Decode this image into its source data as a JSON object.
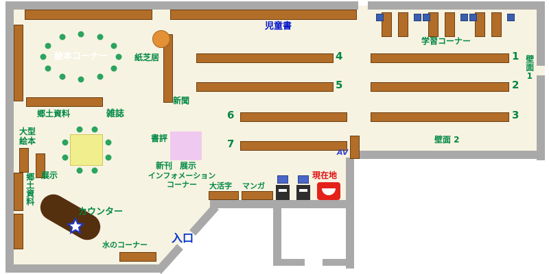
{
  "colors": {
    "floor": "#f7f3e2",
    "wall": "#a9a9a9",
    "shelf_brown": "#b26d28",
    "counter_brown": "#54300f",
    "table_yellow": "#f1ee8e",
    "seat_green": "#2aa45e",
    "chair_blue": "#3a5fb0",
    "display_pink": "#efc9ef",
    "kamishibai_orange": "#e29135",
    "label_green": "#008844",
    "label_blue": "#0011cc",
    "label_red": "#dd1111",
    "marker_red": "#e32219"
  },
  "areas": {
    "childrens_books": "児童書",
    "study_corner": "学習コーナー",
    "picture_book_corner": "絵本コーナー",
    "kamishibai": "紙芝居",
    "newspaper": "新聞",
    "local_materials_top": "郷土資料",
    "magazines": "雑誌",
    "large_picture_books": "大型絵本",
    "display_left": "展示",
    "book_review": "書評",
    "new_books": "新刊",
    "display_center": "展示",
    "information_line1": "インフォメーション",
    "information_line2": "コーナー",
    "local_materials_left": "郷土資料",
    "counter": "カウンター",
    "water_corner": "水のコーナー",
    "entrance": "入口",
    "large_print": "大活字",
    "manga": "マンガ",
    "current_location": "現在地",
    "wall_1": "壁面1",
    "wall_2": "壁面 2",
    "av": "AV"
  },
  "shelf_numbers": [
    "1",
    "2",
    "3",
    "4",
    "5",
    "6",
    "7"
  ]
}
